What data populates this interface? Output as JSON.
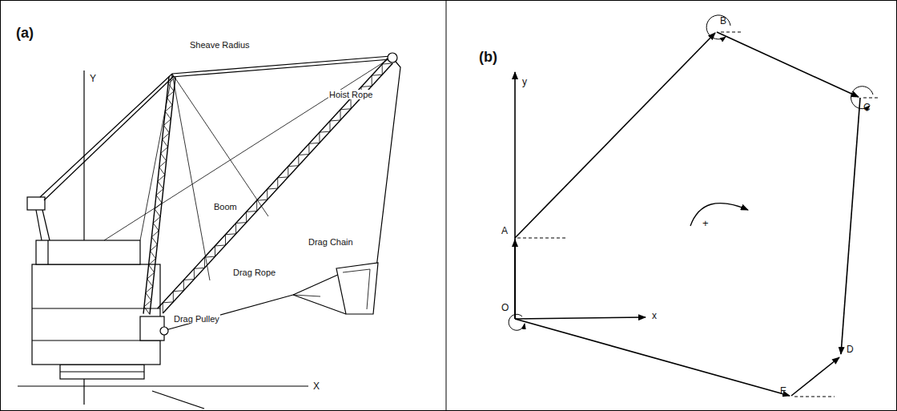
{
  "diagram": {
    "labels": [
      "(a)",
      "Sheave Radius",
      "Hoist Rope",
      "Boom",
      "Drag Chain",
      "Drag Rope",
      "Drag Pulley",
      "Y",
      "X",
      "(b)",
      "y",
      "x",
      "A",
      "B",
      "C",
      "D",
      "E",
      "O",
      "+"
    ]
  }
}
